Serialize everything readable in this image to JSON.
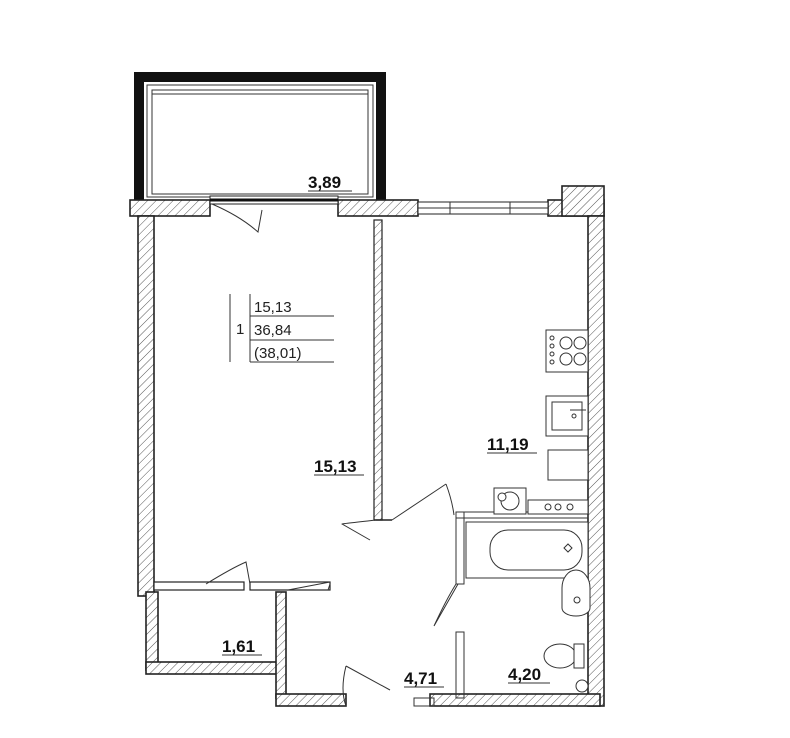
{
  "summary": {
    "number": "1",
    "living_area": "15,13",
    "total_area": "36,84",
    "total_with_balcony": "(38,01)"
  },
  "rooms": [
    {
      "id": "balcony",
      "area": "3,89"
    },
    {
      "id": "living-room",
      "area": "15,13"
    },
    {
      "id": "kitchen",
      "area": "11,19"
    },
    {
      "id": "closet",
      "area": "1,61"
    },
    {
      "id": "hallway",
      "area": "4,71"
    },
    {
      "id": "bathroom",
      "area": "4,20"
    }
  ]
}
